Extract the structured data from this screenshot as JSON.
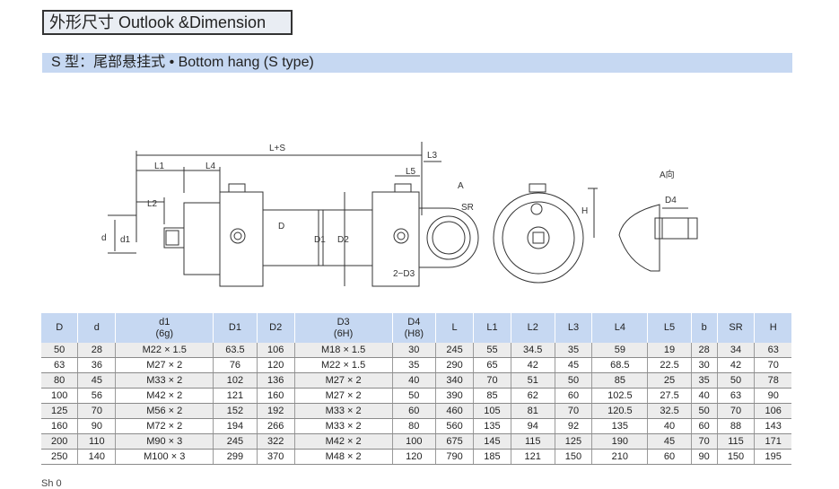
{
  "header": {
    "title": "外形尺寸 Outlook &Dimension"
  },
  "section": {
    "title": "S 型：尾部悬挂式 • Bottom hang (S type)"
  },
  "drawing": {
    "labels": {
      "ls": "L+S",
      "l1": "L1",
      "l4": "L4",
      "l2": "L2",
      "l3": "L3",
      "l5": "L5",
      "d": "d",
      "d1": "d1",
      "D1": "D1",
      "D2": "D2",
      "D": "D",
      "d3": "2−D3",
      "a": "A",
      "sr": "SR",
      "h": "H",
      "view_a": "A向",
      "d4": "D4"
    }
  },
  "table": {
    "headers": [
      {
        "top": "D",
        "sub": ""
      },
      {
        "top": "d",
        "sub": ""
      },
      {
        "top": "d1",
        "sub": "(6g)"
      },
      {
        "top": "D1",
        "sub": ""
      },
      {
        "top": "D2",
        "sub": ""
      },
      {
        "top": "D3",
        "sub": "(6H)"
      },
      {
        "top": "D4",
        "sub": "(H8)"
      },
      {
        "top": "L",
        "sub": ""
      },
      {
        "top": "L1",
        "sub": ""
      },
      {
        "top": "L2",
        "sub": ""
      },
      {
        "top": "L3",
        "sub": ""
      },
      {
        "top": "L4",
        "sub": ""
      },
      {
        "top": "L5",
        "sub": ""
      },
      {
        "top": "b",
        "sub": ""
      },
      {
        "top": "SR",
        "sub": ""
      },
      {
        "top": "H",
        "sub": ""
      }
    ],
    "rows": [
      [
        "50",
        "28",
        "M22 × 1.5",
        "63.5",
        "106",
        "M18 × 1.5",
        "30",
        "245",
        "55",
        "34.5",
        "35",
        "59",
        "19",
        "28",
        "34",
        "63"
      ],
      [
        "63",
        "36",
        "M27 × 2",
        "76",
        "120",
        "M22 × 1.5",
        "35",
        "290",
        "65",
        "42",
        "45",
        "68.5",
        "22.5",
        "30",
        "42",
        "70"
      ],
      [
        "80",
        "45",
        "M33 × 2",
        "102",
        "136",
        "M27 × 2",
        "40",
        "340",
        "70",
        "51",
        "50",
        "85",
        "25",
        "35",
        "50",
        "78"
      ],
      [
        "100",
        "56",
        "M42 × 2",
        "121",
        "160",
        "M27 × 2",
        "50",
        "390",
        "85",
        "62",
        "60",
        "102.5",
        "27.5",
        "40",
        "63",
        "90"
      ],
      [
        "125",
        "70",
        "M56 × 2",
        "152",
        "192",
        "M33 × 2",
        "60",
        "460",
        "105",
        "81",
        "70",
        "120.5",
        "32.5",
        "50",
        "70",
        "106"
      ],
      [
        "160",
        "90",
        "M72 × 2",
        "194",
        "266",
        "M33 × 2",
        "80",
        "560",
        "135",
        "94",
        "92",
        "135",
        "40",
        "60",
        "88",
        "143"
      ],
      [
        "200",
        "110",
        "M90 × 3",
        "245",
        "322",
        "M42 × 2",
        "100",
        "675",
        "145",
        "115",
        "125",
        "190",
        "45",
        "70",
        "115",
        "171"
      ],
      [
        "250",
        "140",
        "M100 × 3",
        "299",
        "370",
        "M48 × 2",
        "120",
        "790",
        "185",
        "121",
        "150",
        "210",
        "60",
        "90",
        "150",
        "195"
      ]
    ]
  },
  "footer": {
    "text": "Sh 0"
  }
}
